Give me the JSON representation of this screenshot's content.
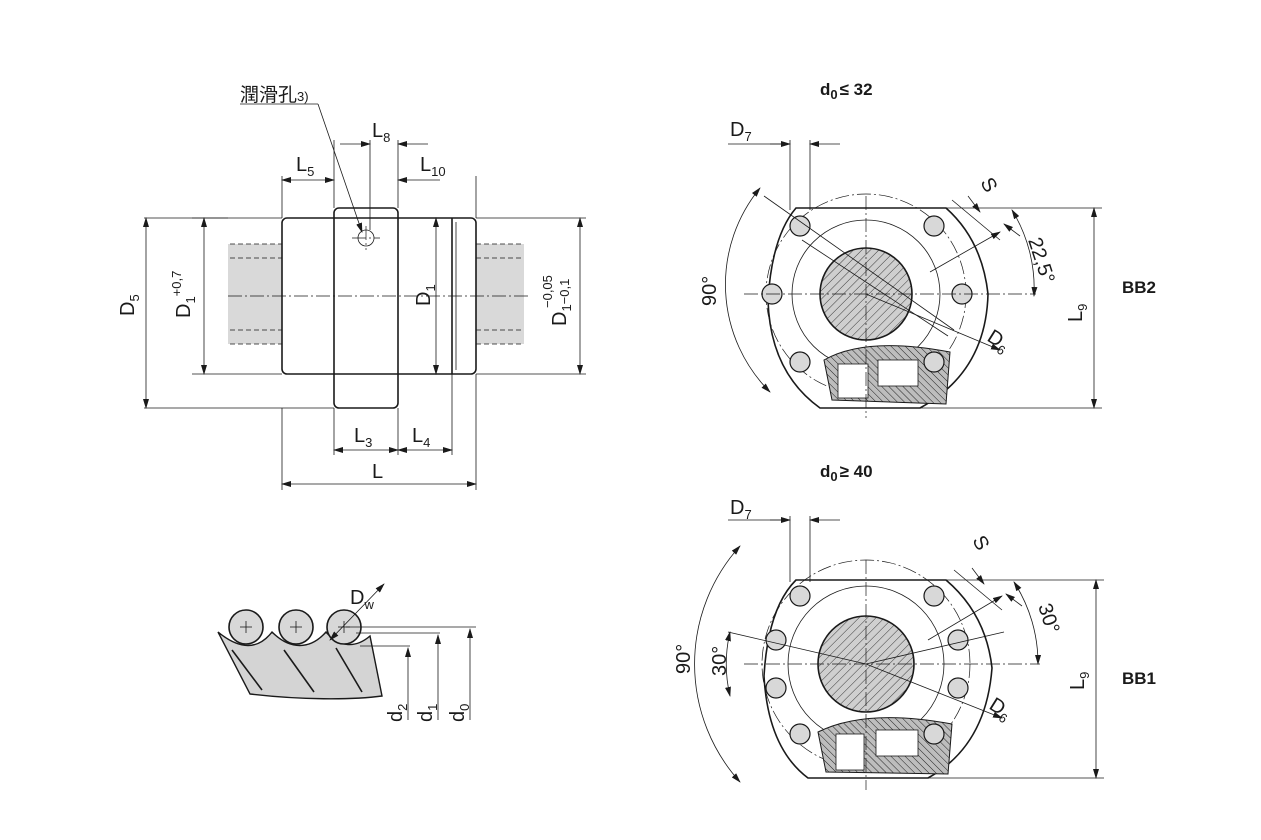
{
  "lube": {
    "label": "潤滑孔",
    "note": "3)"
  },
  "side_view": {
    "L": "L",
    "L3": "L",
    "L3_sub": "3",
    "L4": "L",
    "L4_sub": "4",
    "L5": "L",
    "L5_sub": "5",
    "L8": "L",
    "L8_sub": "8",
    "L10": "L",
    "L10_sub": "10",
    "D5": "D",
    "D5_sub": "5",
    "D1tol": "D",
    "D1tol_sub": "1",
    "D1tol_sup": "+0,7",
    "D1": "D",
    "D1_sub": "1",
    "D1b": "D",
    "D1b_sub": "1",
    "D1b_tol_up": "−0,05",
    "D1b_tol_lo": "−0,1"
  },
  "thread": {
    "Dw": "D",
    "Dw_sub": "w",
    "d2": "d",
    "d2_sub": "2",
    "d1": "d",
    "d1_sub": "1",
    "d0": "d",
    "d0_sub": "0"
  },
  "bb2": {
    "cond_d": "d",
    "cond_sub": "0",
    "cond_rel": "≤ 32",
    "name": "BB2",
    "D7": "D",
    "D7_sub": "7",
    "S": "S",
    "angle_small": "22,5°",
    "angle_big": "90°",
    "D6": "D",
    "D6_sub": "6",
    "L9": "L",
    "L9_sub": "9"
  },
  "bb1": {
    "cond_d": "d",
    "cond_sub": "0",
    "cond_rel": "≥ 40",
    "name": "BB1",
    "D7": "D",
    "D7_sub": "7",
    "S": "S",
    "angle_right": "30°",
    "angle_left": "30°",
    "angle_big": "90°",
    "D6": "D",
    "D6_sub": "6",
    "L9": "L",
    "L9_sub": "9"
  }
}
